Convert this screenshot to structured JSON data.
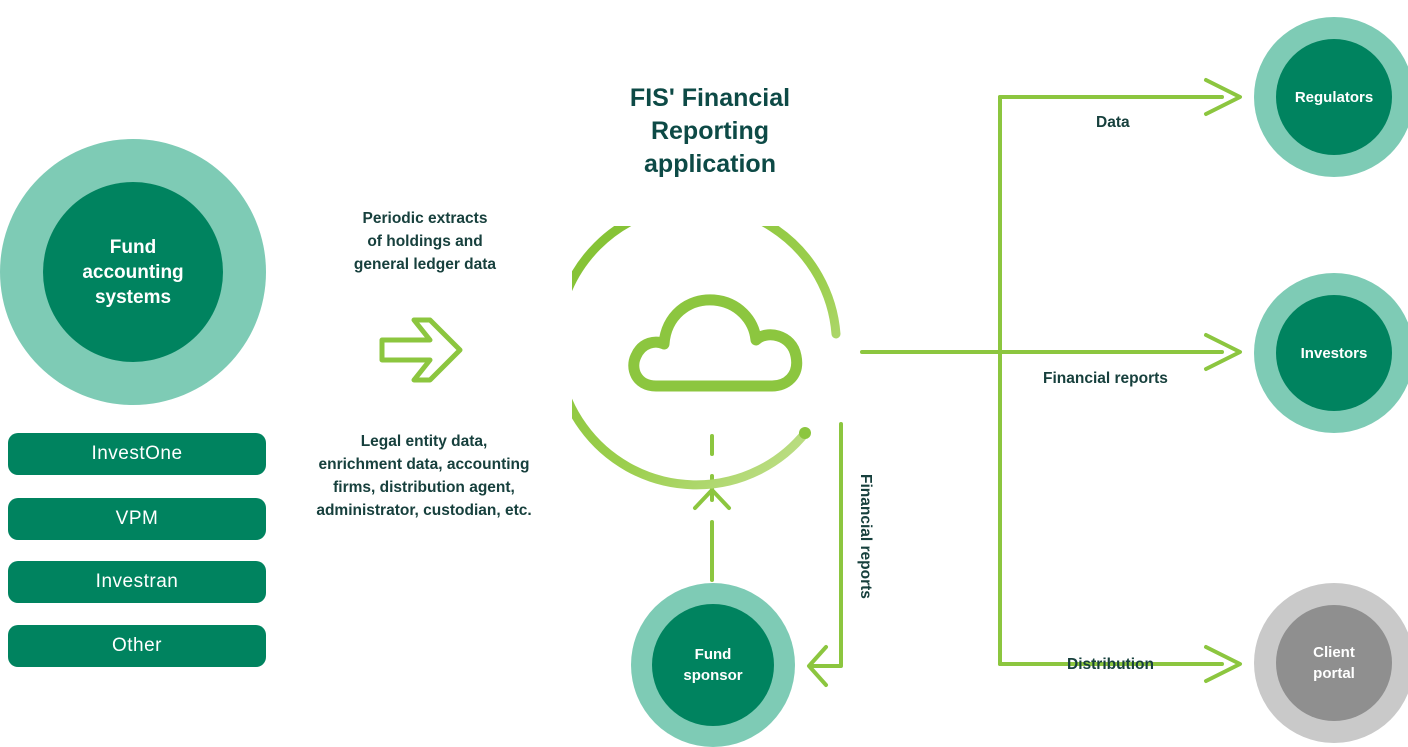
{
  "colors": {
    "green_dark": "#00835f",
    "green_mid": "#7ecbb5",
    "lime": "#8cc63f",
    "grey_dark": "#8f8f8f",
    "grey_light": "#c9c9c9",
    "text_dark": "#0d4a46"
  },
  "source": {
    "title_lines": [
      "Fund",
      "accounting",
      "systems"
    ],
    "systems": [
      "InvestOne",
      "VPM",
      "Investran",
      "Other"
    ]
  },
  "inputs": {
    "extract_lines": [
      "Periodic extracts",
      "of holdings and",
      "general ledger data"
    ],
    "entity_lines": [
      "Legal entity data,",
      "enrichment data, accounting",
      "firms, distribution agent,",
      "administrator, custodian, etc."
    ],
    "arrow_icon": "double-arrow-right-icon"
  },
  "application": {
    "title_lines": [
      "FIS' Financial",
      "Reporting",
      "application"
    ],
    "icon": "cloud-icon"
  },
  "sponsor": {
    "name_lines": [
      "Fund",
      "sponsor"
    ],
    "return_label": "Financial reports"
  },
  "outputs": [
    {
      "label": "Data",
      "target_lines": [
        "Regulators"
      ],
      "color": "green"
    },
    {
      "label": "Financial reports",
      "target_lines": [
        "Investors"
      ],
      "color": "green"
    },
    {
      "label": "Distribution",
      "target_lines": [
        "Client",
        "portal"
      ],
      "color": "grey"
    }
  ]
}
